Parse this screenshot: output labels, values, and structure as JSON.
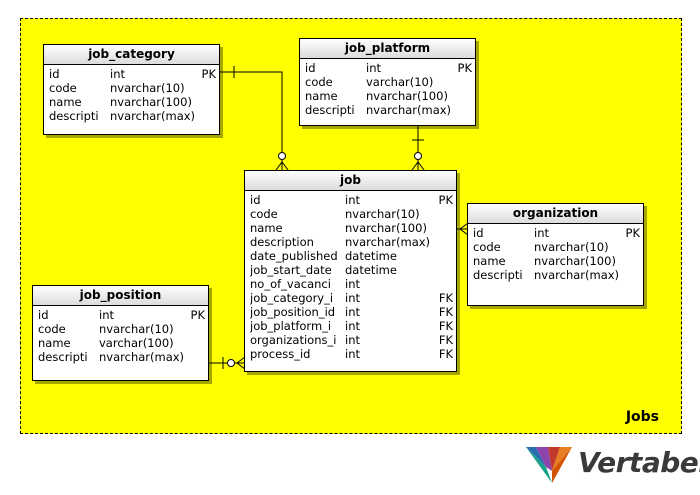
{
  "subject_area": {
    "label": "Jobs",
    "color": "#ffff00"
  },
  "brand": {
    "name": "Vertabelo"
  },
  "tables": {
    "job_category": {
      "title": "job_category",
      "columns": [
        {
          "name": "id",
          "type": "int",
          "flag": "PK"
        },
        {
          "name": "code",
          "type": "nvarchar(10)",
          "flag": ""
        },
        {
          "name": "name",
          "type": "nvarchar(100)",
          "flag": ""
        },
        {
          "name": "descripti",
          "type": "nvarchar(max)",
          "flag": ""
        }
      ]
    },
    "job_platform": {
      "title": "job_platform",
      "columns": [
        {
          "name": "id",
          "type": "int",
          "flag": "PK"
        },
        {
          "name": "code",
          "type": "varchar(10)",
          "flag": ""
        },
        {
          "name": "name",
          "type": "nvarchar(100)",
          "flag": ""
        },
        {
          "name": "descripti",
          "type": "nvarchar(max)",
          "flag": ""
        }
      ]
    },
    "job": {
      "title": "job",
      "columns": [
        {
          "name": "id",
          "type": "int",
          "flag": "PK"
        },
        {
          "name": "code",
          "type": "nvarchar(10)",
          "flag": ""
        },
        {
          "name": "name",
          "type": "nvarchar(100)",
          "flag": ""
        },
        {
          "name": "description",
          "type": "nvarchar(max)",
          "flag": ""
        },
        {
          "name": "date_published",
          "type": "datetime",
          "flag": ""
        },
        {
          "name": "job_start_date",
          "type": "datetime",
          "flag": ""
        },
        {
          "name": "no_of_vacanci",
          "type": "int",
          "flag": ""
        },
        {
          "name": "job_category_i",
          "type": "int",
          "flag": "FK"
        },
        {
          "name": "job_position_id",
          "type": "int",
          "flag": "FK"
        },
        {
          "name": "job_platform_i",
          "type": "int",
          "flag": "FK"
        },
        {
          "name": "organizations_i",
          "type": "int",
          "flag": "FK"
        },
        {
          "name": "process_id",
          "type": "int",
          "flag": "FK"
        }
      ]
    },
    "organization": {
      "title": "organization",
      "columns": [
        {
          "name": "id",
          "type": "int",
          "flag": "PK"
        },
        {
          "name": "code",
          "type": "nvarchar(10)",
          "flag": ""
        },
        {
          "name": "name",
          "type": "nvarchar(100)",
          "flag": ""
        },
        {
          "name": "descripti",
          "type": "nvarchar(max)",
          "flag": ""
        }
      ]
    },
    "job_position": {
      "title": "job_position",
      "columns": [
        {
          "name": "id",
          "type": "int",
          "flag": "PK"
        },
        {
          "name": "code",
          "type": "nvarchar(10)",
          "flag": ""
        },
        {
          "name": "name",
          "type": "varchar(100)",
          "flag": ""
        },
        {
          "name": "descripti",
          "type": "nvarchar(max)",
          "flag": ""
        }
      ]
    }
  }
}
